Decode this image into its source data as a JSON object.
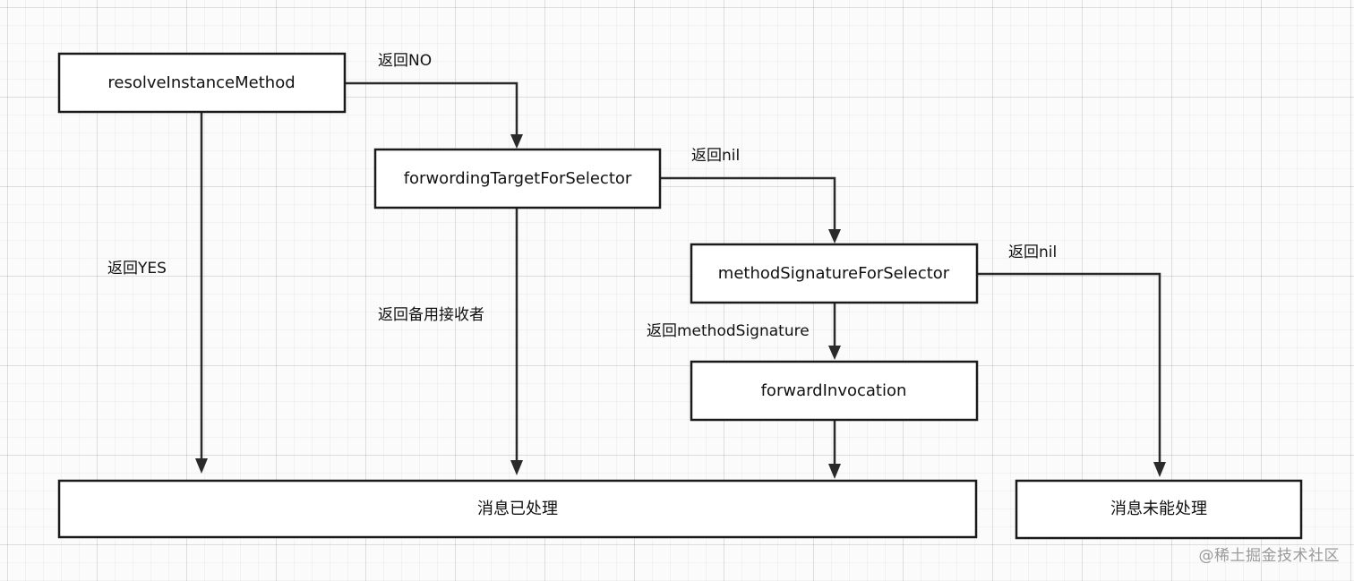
{
  "nodes": {
    "resolve": "resolveInstanceMethod",
    "forwarding_target": "forwordingTargetForSelector",
    "method_signature": "methodSignatureForSelector",
    "forward_invocation": "forwardInvocation",
    "handled": "消息已处理",
    "unhandled": "消息未能处理"
  },
  "edges": {
    "resolve_to_forwarding": "返回NO",
    "resolve_to_handled": "返回YES",
    "forwarding_to_signature": "返回nil",
    "forwarding_to_handled": "返回备用接收者",
    "signature_to_unhandled": "返回nil",
    "signature_to_invocation": "返回methodSignature"
  },
  "watermark": "@稀土掘金技术社区"
}
